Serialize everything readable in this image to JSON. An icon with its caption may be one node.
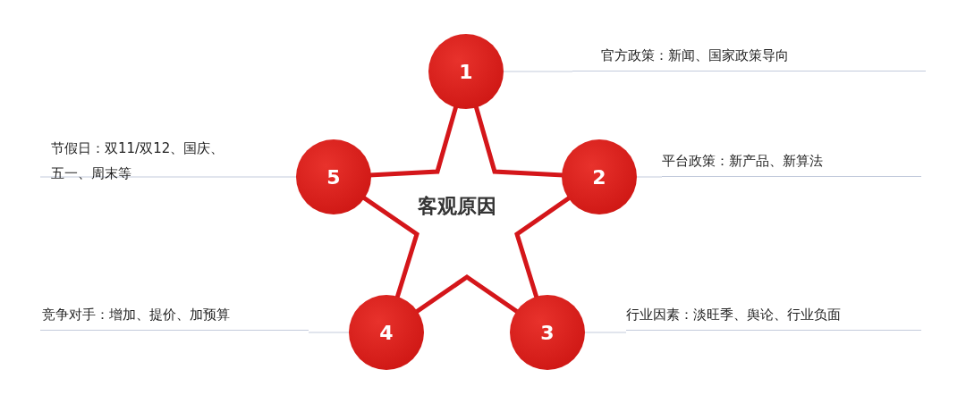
{
  "diagram": {
    "nodes": [
      {
        "text": [
          "客观原因"
        ]
      },
      {
        "text": [
          "1"
        ]
      },
      {
        "text": [
          "2"
        ]
      },
      {
        "text": [
          "3"
        ]
      },
      {
        "text": [
          "4"
        ]
      },
      {
        "text": [
          "5"
        ]
      },
      {
        "text": [
          "官方政策：新闻、国家政策导向"
        ]
      },
      {
        "text": [
          "平台政策：新产品、新算法"
        ]
      },
      {
        "text": [
          "行业因素：淡旺季、舆论、行业负面"
        ]
      },
      {
        "text": [
          "竞争对手：增加、提价、加预算"
        ]
      },
      {
        "text": [
          "节假日：双11/双12、国庆、五一、周末等"
        ]
      }
    ],
    "edges": [
      {
        "from": 1,
        "to": 6,
        "arrow": "none"
      },
      {
        "from": 2,
        "to": 7,
        "arrow": "none"
      },
      {
        "from": 3,
        "to": 8,
        "arrow": "none"
      },
      {
        "from": 4,
        "to": 9,
        "arrow": "none"
      },
      {
        "from": 5,
        "to": 10,
        "arrow": "none"
      }
    ]
  }
}
